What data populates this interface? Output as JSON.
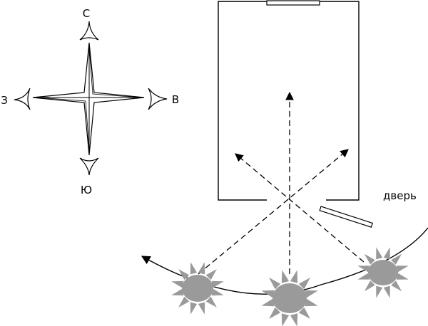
{
  "compass": {
    "north": "С",
    "south": "Ю",
    "west": "З",
    "east": "В"
  },
  "room": {
    "door_label": "дверь"
  },
  "colors": {
    "line": "#000000",
    "sun": "#9a9a9a",
    "background": "#ffffff"
  },
  "icons": {
    "compass": "compass-rose-icon",
    "sun": "sun-icon",
    "window": "window-icon",
    "door": "door-icon"
  }
}
